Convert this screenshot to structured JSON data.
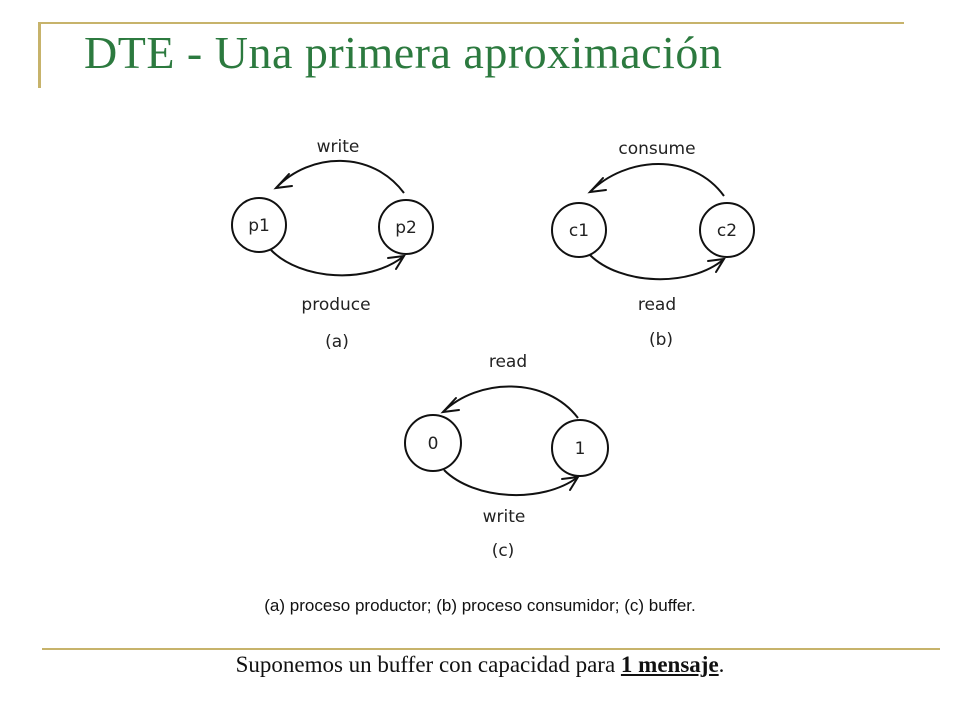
{
  "slide": {
    "title": "DTE - Una primera aproximación",
    "caption": "(a) proceso productor; (b) proceso consumidor; (c) buffer.",
    "note_prefix": "Suponemos un buffer con capacidad para ",
    "note_emphasis": " 1 mensaje",
    "note_suffix": "."
  },
  "diagrams": {
    "a": {
      "state_left": "p1",
      "state_right": "p2",
      "top_label": "write",
      "bottom_label": "produce",
      "tag": "(a)"
    },
    "b": {
      "state_left": "c1",
      "state_right": "c2",
      "top_label": "consume",
      "bottom_label": "read",
      "tag": "(b)"
    },
    "c": {
      "state_left": "0",
      "state_right": "1",
      "top_label": "read",
      "bottom_label": "write",
      "tag": "(c)"
    }
  },
  "colors": {
    "title": "#2c7a3f",
    "rule": "#c7b36b",
    "ink": "#111111"
  }
}
